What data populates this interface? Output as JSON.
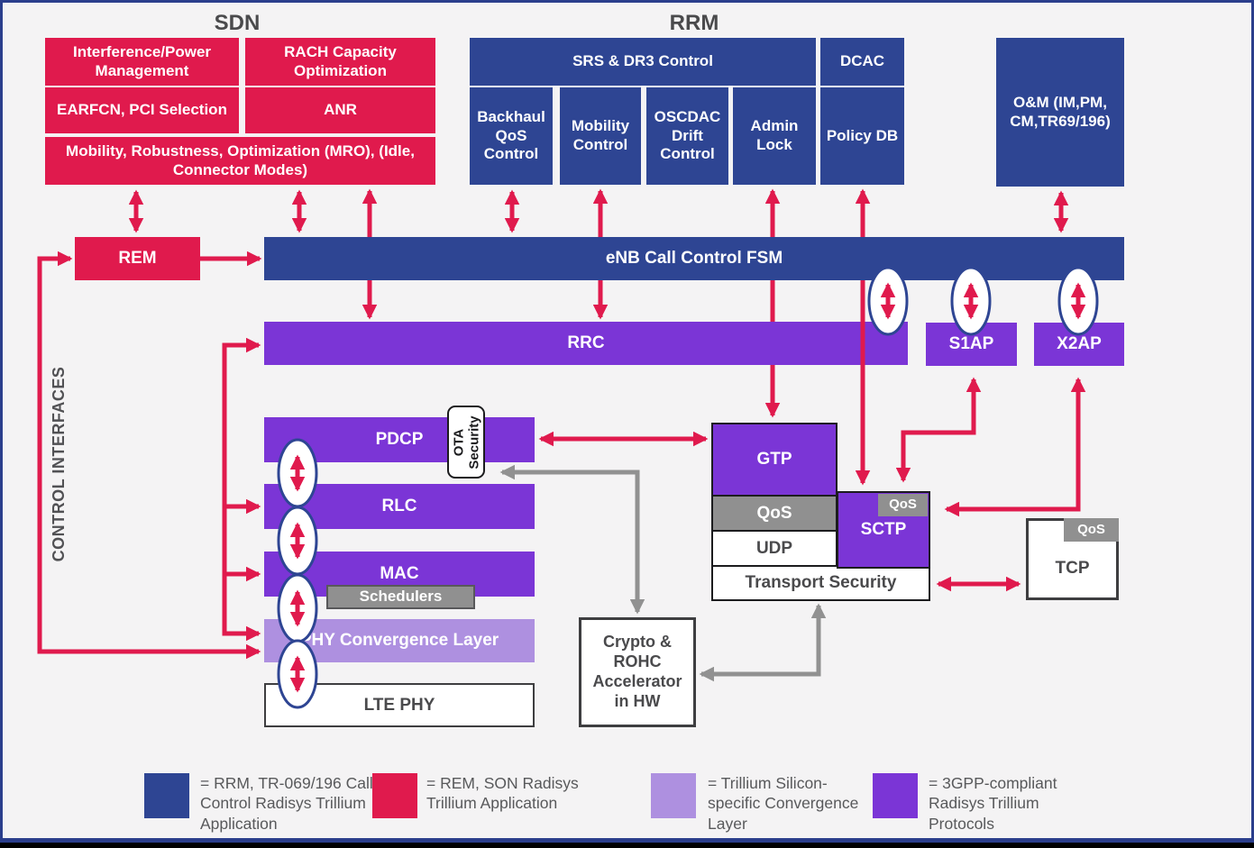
{
  "titles": {
    "sdn": "SDN",
    "rrm": "RRM"
  },
  "sdn": {
    "interference": "Interference/Power Management",
    "rach": "RACH Capacity Optimization",
    "earfcn": "EARFCN, PCI Selection",
    "anr": "ANR",
    "mro": "Mobility, Robustness, Optimization (MRO), (Idle, Connector Modes)"
  },
  "rrm": {
    "srs": "SRS & DR3 Control",
    "dcac": "DCAC",
    "backhaul": "Backhaul QoS Control",
    "mobility": "Mobility Control",
    "oscda": "OSCDAC Drift Control",
    "admin": "Admin Lock",
    "policy": "Policy DB"
  },
  "om": {
    "label": "O&M (IM,PM, CM,TR69/196)"
  },
  "core": {
    "rem": "REM",
    "enb": "eNB Call Control FSM",
    "rrc": "RRC",
    "s1ap": "S1AP",
    "x2ap": "X2AP",
    "pdcp": "PDCP",
    "rlc": "RLC",
    "mac": "MAC",
    "schedulers": "Schedulers",
    "ota": "OTA Security",
    "phy_conv": "PHY Convergence Layer",
    "lte_phy": "LTE PHY"
  },
  "transport": {
    "gtp": "GTP",
    "qos_gtp": "QoS",
    "udp": "UDP",
    "sctp": "SCTP",
    "qos_sctp": "QoS",
    "tsec": "Transport Security",
    "tcp": "TCP",
    "qos_tcp": "QoS",
    "crypto": "Crypto & ROHC Accelerator in HW"
  },
  "left_label": "CONTROL INTERFACES",
  "legend": [
    {
      "color": "#2e4593",
      "label": "= RRM, TR-069/196 Call Control Radisys Trillium Application"
    },
    {
      "color": "#e01a4d",
      "label": "= REM, SON Radisys Trillium Application"
    },
    {
      "color": "#ae90e0",
      "label": "= Trillium Silicon-specific Convergence Layer"
    },
    {
      "color": "#7b35d6",
      "label": "= 3GPP-compliant Radisys Trillium Protocols"
    }
  ],
  "colors": {
    "pink": "#e01a4d",
    "navy": "#2e4593",
    "purple": "#7b35d6",
    "light_purple": "#ae90e0",
    "gray": "#909090",
    "background": "#f4f3f4",
    "frame": "#2b3e8c"
  }
}
